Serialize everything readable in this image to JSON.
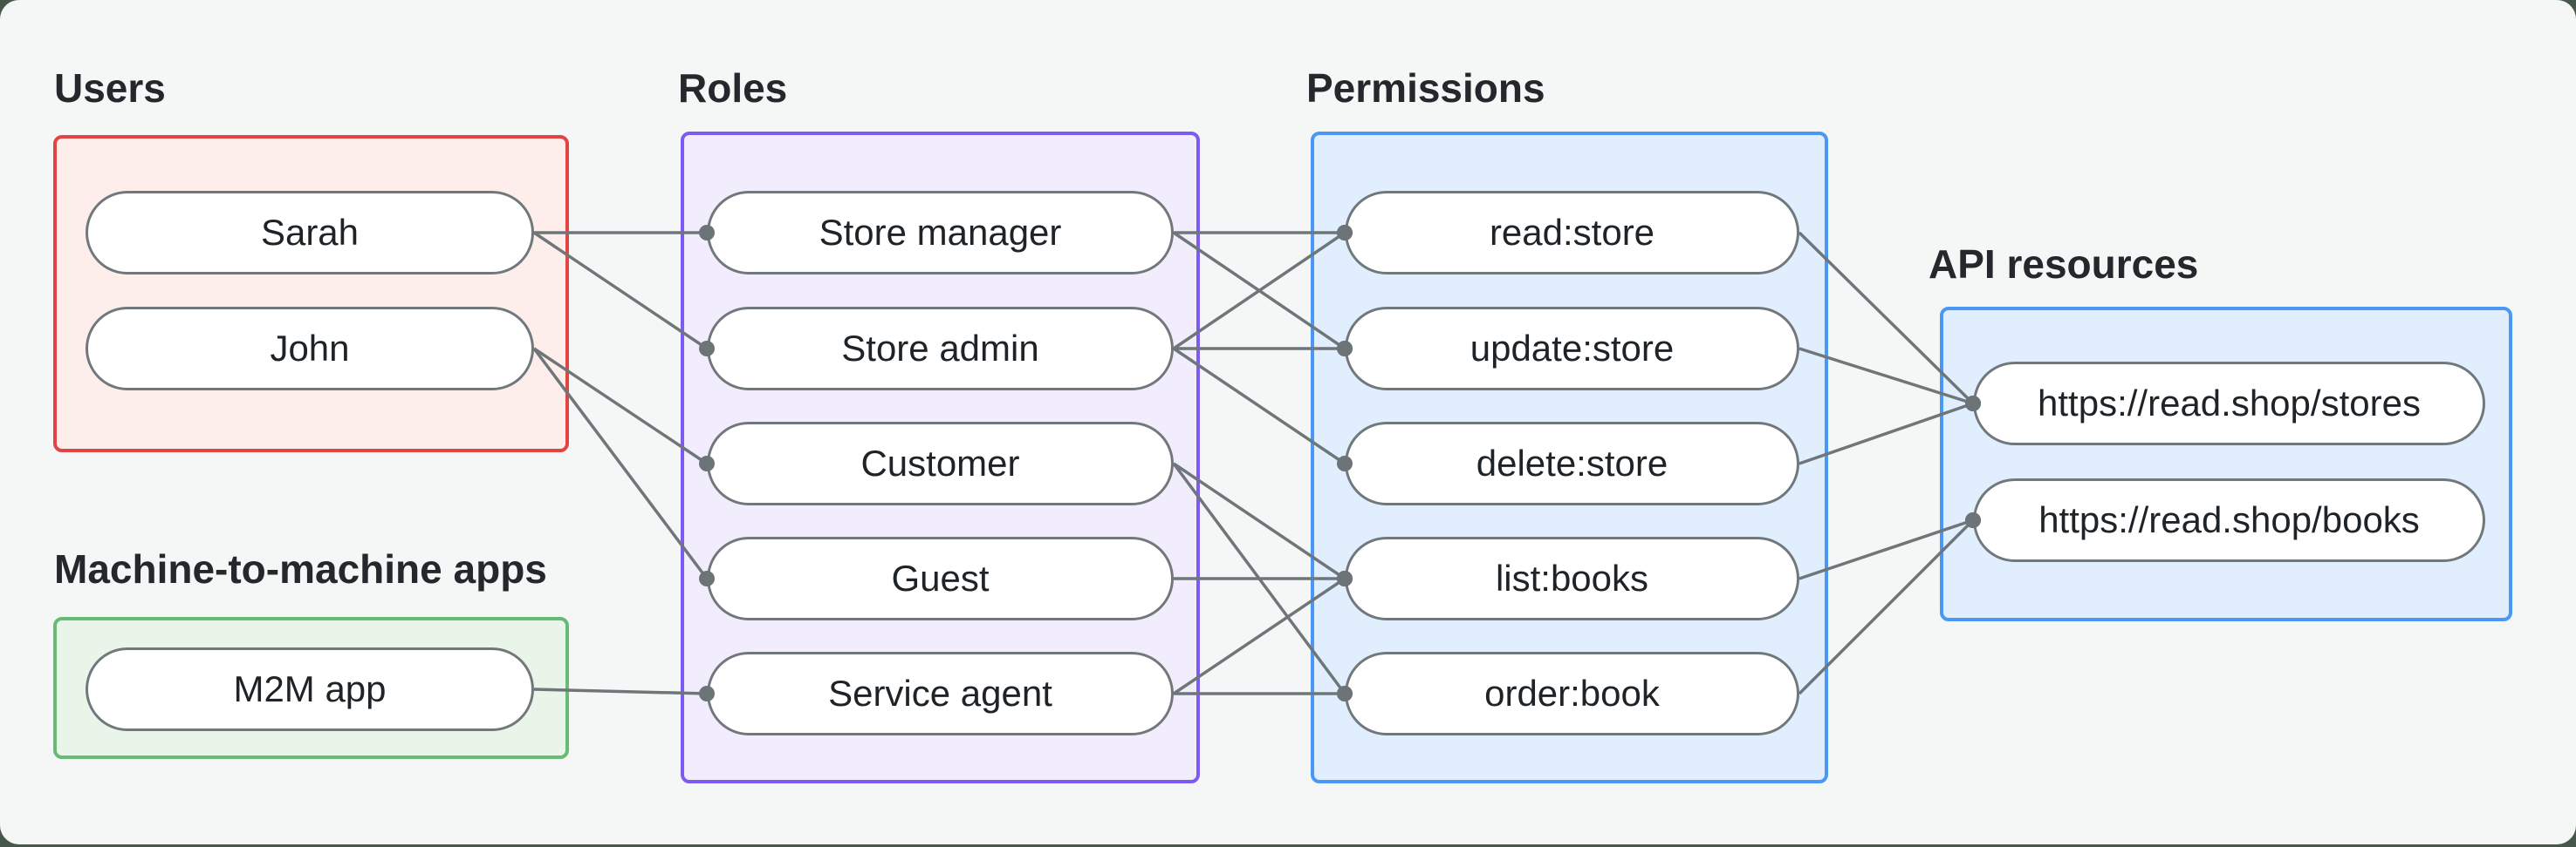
{
  "canvas": {
    "outer_background": "#46584c",
    "card_background": "#f5f7f6"
  },
  "node_style": {
    "fill": "#ffffff",
    "border_color": "#71787c",
    "text_color": "#1e2327"
  },
  "edge_style": {
    "line_color": "#6f767a",
    "dot_color": "#6d7478"
  },
  "groups": [
    {
      "id": "users",
      "label": "Users",
      "border_color": "#e24444",
      "fill_color": "#fdeeec",
      "nodes": [
        {
          "id": "sarah",
          "label": "Sarah"
        },
        {
          "id": "john",
          "label": "John"
        }
      ]
    },
    {
      "id": "m2m",
      "label": "Machine-to-machine apps",
      "border_color": "#69ba72",
      "fill_color": "#eaf5ea",
      "nodes": [
        {
          "id": "m2m-app",
          "label": "M2M app"
        }
      ]
    },
    {
      "id": "roles",
      "label": "Roles",
      "border_color": "#7b5bf2",
      "fill_color": "#f2edfc",
      "nodes": [
        {
          "id": "store-manager",
          "label": "Store manager"
        },
        {
          "id": "store-admin",
          "label": "Store admin"
        },
        {
          "id": "customer",
          "label": "Customer"
        },
        {
          "id": "guest",
          "label": "Guest"
        },
        {
          "id": "service-agent",
          "label": "Service agent"
        }
      ]
    },
    {
      "id": "permissions",
      "label": "Permissions",
      "border_color": "#4a97f5",
      "fill_color": "#e0eefd",
      "nodes": [
        {
          "id": "read-store",
          "label": "read:store"
        },
        {
          "id": "update-store",
          "label": "update:store"
        },
        {
          "id": "delete-store",
          "label": "delete:store"
        },
        {
          "id": "list-books",
          "label": "list:books"
        },
        {
          "id": "order-book",
          "label": "order:book"
        }
      ]
    },
    {
      "id": "api-resources",
      "label": "API resources",
      "border_color": "#4a97f5",
      "fill_color": "#e0eefd",
      "nodes": [
        {
          "id": "stores-api",
          "label": "https://read.shop/stores"
        },
        {
          "id": "books-api",
          "label": "https://read.shop/books"
        }
      ]
    }
  ],
  "edges": [
    {
      "from": "sarah",
      "to": "store-manager"
    },
    {
      "from": "sarah",
      "to": "store-admin"
    },
    {
      "from": "john",
      "to": "customer"
    },
    {
      "from": "john",
      "to": "guest"
    },
    {
      "from": "m2m-app",
      "to": "service-agent"
    },
    {
      "from": "store-manager",
      "to": "read-store"
    },
    {
      "from": "store-manager",
      "to": "update-store"
    },
    {
      "from": "store-admin",
      "to": "read-store"
    },
    {
      "from": "store-admin",
      "to": "update-store"
    },
    {
      "from": "store-admin",
      "to": "delete-store"
    },
    {
      "from": "customer",
      "to": "list-books"
    },
    {
      "from": "customer",
      "to": "order-book"
    },
    {
      "from": "guest",
      "to": "list-books"
    },
    {
      "from": "service-agent",
      "to": "list-books"
    },
    {
      "from": "service-agent",
      "to": "order-book"
    },
    {
      "from": "read-store",
      "to": "stores-api"
    },
    {
      "from": "update-store",
      "to": "stores-api"
    },
    {
      "from": "delete-store",
      "to": "stores-api"
    },
    {
      "from": "list-books",
      "to": "books-api"
    },
    {
      "from": "order-book",
      "to": "books-api"
    }
  ]
}
